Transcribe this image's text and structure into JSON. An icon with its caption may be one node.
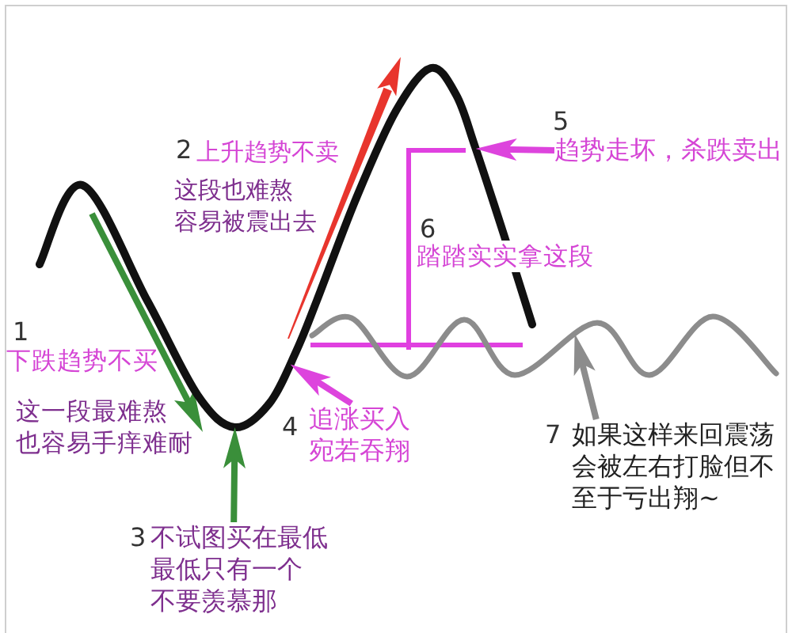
{
  "diagram": {
    "nodes": [
      {
        "text": [],
        "shape": "line"
      },
      {
        "text": [],
        "shape": "line"
      },
      {
        "text": [
          "趋势走坏，杀跌卖出"
        ],
        "beside": [
          "5"
        ]
      },
      {
        "text": [
          "追涨买入宛若吞翔"
        ],
        "beside": [
          "4"
        ]
      },
      {
        "text": [
          "如果这样来回震荡会被左右打脸但不至于亏出翔~"
        ],
        "beside": [
          "7"
        ]
      },
      {
        "text": [
          "不试图买在最低最低只有一个不要羡慕那"
        ],
        "beside": [
          "3"
        ]
      }
    ],
    "edges": [
      {
        "from": 2,
        "to": 0,
        "arrow": "to"
      },
      {
        "from": 3,
        "to": 0,
        "arrow": "to"
      },
      {
        "from": 4,
        "to": 1,
        "arrow": "to",
        "color": "#8c8c8c"
      },
      {
        "from": 5,
        "to": 0,
        "arrow": "to",
        "color": "#3a8f3a"
      }
    ],
    "labels": [
      "2",
      "上升趋势不卖",
      "这段也难熬容易被震出去",
      "6",
      "踏踏实实拿这段",
      "1",
      "下跌趋势不买",
      "这一段最难熬也容易手痒难耐"
    ]
  }
}
